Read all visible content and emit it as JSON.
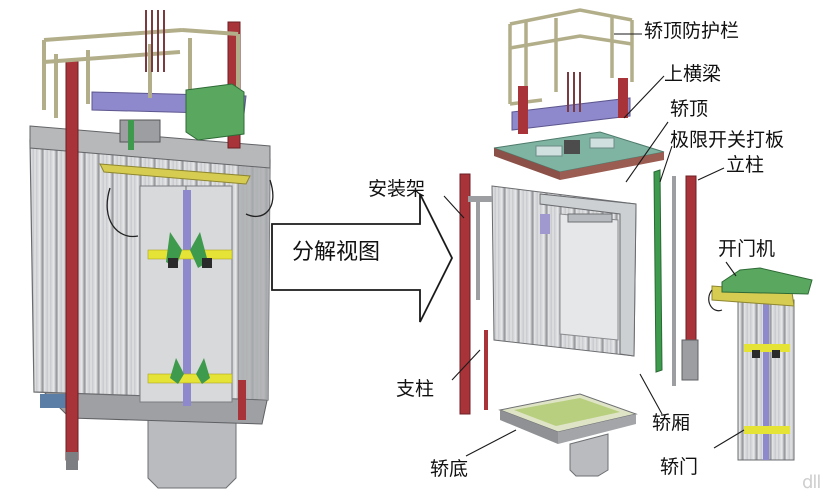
{
  "diagram": {
    "arrow_label": "分解视图",
    "labels": {
      "car_top_guard": "轿顶防护栏",
      "upper_beam": "上横梁",
      "car_top": "轿顶",
      "limit_switch_plate": "极限开关打板",
      "upright": "立柱",
      "mounting_frame": "安装架",
      "door_operator": "开门机",
      "support_post": "支柱",
      "car_cabin": "轿厢",
      "car_door": "轿门",
      "car_floor": "轿底"
    },
    "watermark": "dll"
  },
  "colors": {
    "frame_red": "#a8343a",
    "beam_purple": "#8e88cc",
    "machine_green": "#5aa860",
    "guard_tan": "#b3ae8a",
    "panel_silver": "#c8c9cb",
    "yellow_band": "#e5e336"
  }
}
